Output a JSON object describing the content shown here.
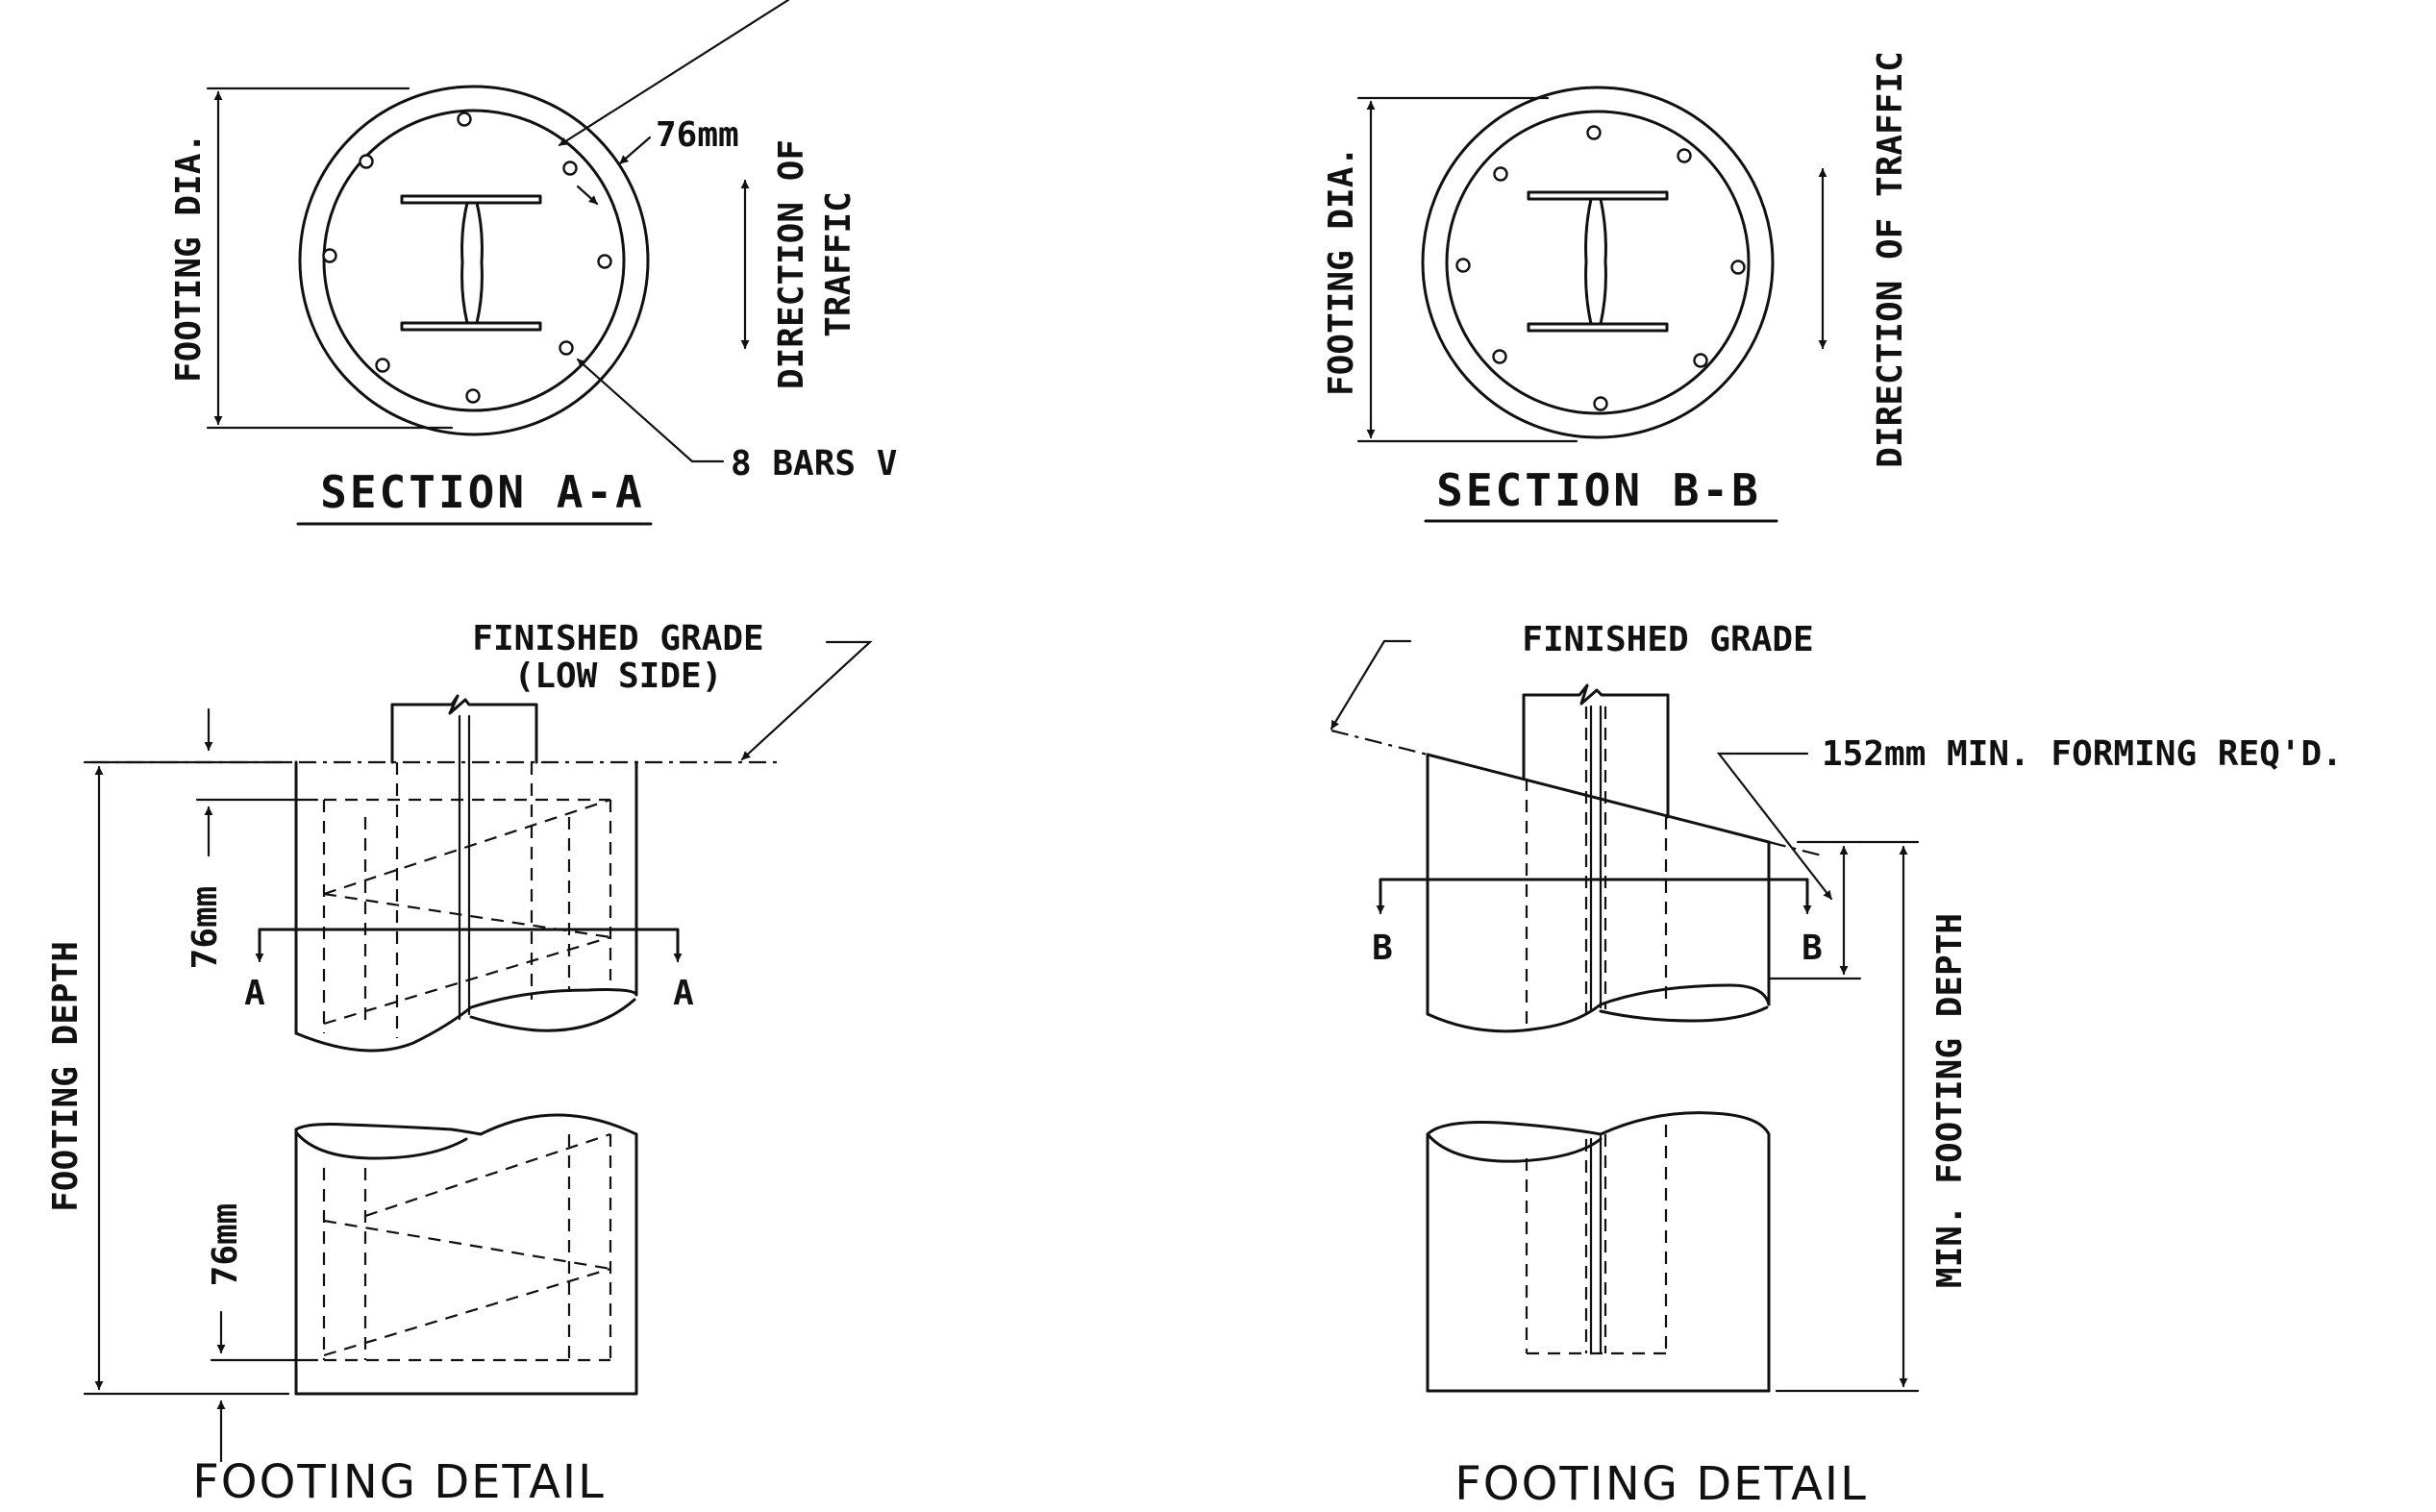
{
  "section_a": {
    "title": "SECTION A-A",
    "footing_dia": "FOOTING DIA.",
    "cover": "76mm",
    "direction_line1": "DIRECTION OF",
    "direction_line2": "TRAFFIC",
    "bars": "8 BARS V"
  },
  "section_b": {
    "title": "SECTION B-B",
    "footing_dia": "FOOTING DIA.",
    "direction": "DIRECTION OF TRAFFIC"
  },
  "detail_left": {
    "grade_line1": "FINISHED GRADE",
    "grade_line2": "(LOW SIDE)",
    "footing_depth": "FOOTING DEPTH",
    "spacing_top": "76mm",
    "spacing_bottom": "76mm",
    "cut_left": "A",
    "cut_right": "A",
    "title": "FOOTING DETAIL"
  },
  "detail_right": {
    "grade": "FINISHED GRADE",
    "forming": "152mm MIN. FORMING REQ'D.",
    "min_depth": "MIN. FOOTING DEPTH",
    "cut_left": "B",
    "cut_right": "B",
    "title": "FOOTING DETAIL"
  }
}
